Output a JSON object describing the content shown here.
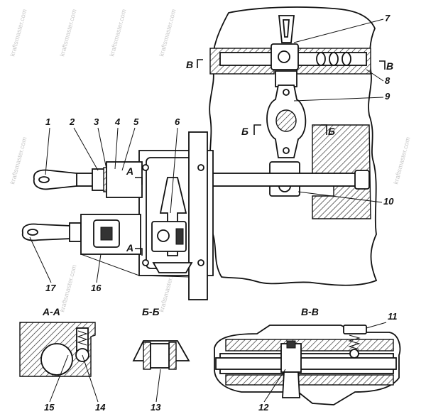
{
  "watermark": "kraftsmaster.com",
  "sections": {
    "a_a": "А-А",
    "b_b": "Б-Б",
    "v_v": "В-В"
  },
  "section_marks": {
    "a": "А",
    "b": "Б",
    "v": "В"
  },
  "callouts": [
    "1",
    "2",
    "3",
    "4",
    "5",
    "6",
    "7",
    "8",
    "9",
    "10",
    "11",
    "12",
    "13",
    "14",
    "15",
    "16",
    "17"
  ]
}
